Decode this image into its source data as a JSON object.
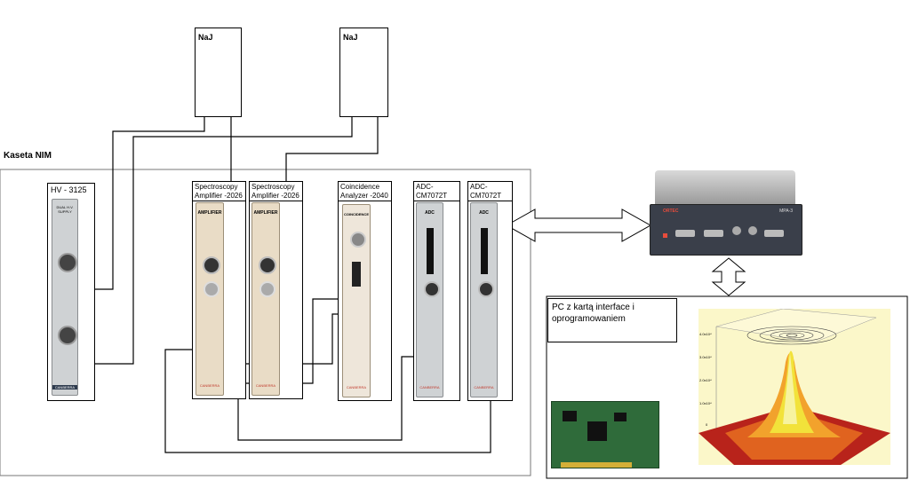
{
  "labels": {
    "naj_left": "NaJ",
    "naj_right": "NaJ",
    "kaseta": "Kaseta NIM",
    "hv": "HV - 3125",
    "amp1": "Spectroscopy Amplifier -2026",
    "amp2": "Spectroscopy Amplifier -2026",
    "coinc": "Coincidence Analyzer -2040",
    "adc1": "ADC- CM7072T",
    "adc2": "ADC- CM7072T",
    "pc": "PC z kartą interface i oprogramowaniem"
  },
  "panel_text": {
    "hv_panel": "DUAL H.V. SUPPLY",
    "amp_panel": "AMPLIFIER",
    "coinc_panel": "COINCIDENCE",
    "adc_panel": "ADC",
    "canberra": "CANBERRA"
  },
  "interface_box": {
    "brand": "ORTEC",
    "model": "MPA-3"
  },
  "plot_ticks": [
    "4.0x10⁴",
    "3.0x10⁴",
    "2.0x10⁴",
    "1.0x10⁴",
    "0"
  ],
  "colors": {
    "panel_beige": "#e9dcc6",
    "panel_grey": "#cfd2d4",
    "canberra_red": "#c0392b",
    "peak_yellow": "#f2e23a",
    "base_red": "#b8231b"
  }
}
